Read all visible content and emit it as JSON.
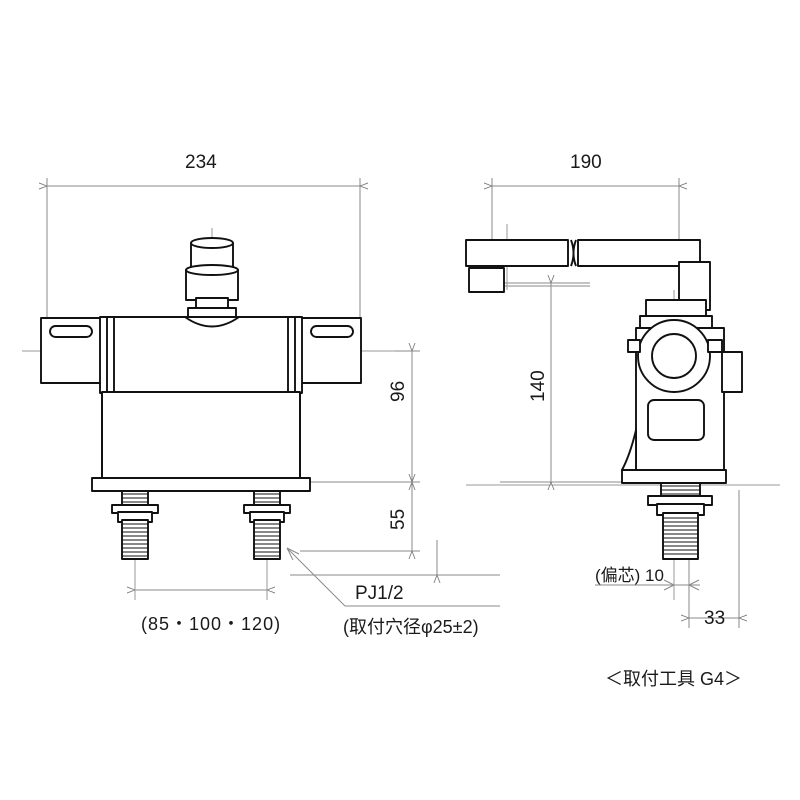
{
  "drawing": {
    "type": "technical-dimension-drawing",
    "subject": "thermostatic deck-mount bath faucet",
    "units": "mm",
    "background_color": "#ffffff",
    "outline_color": "#000000",
    "dimension_line_color": "#808080",
    "views": [
      {
        "id": "front-view",
        "name": "front elevation",
        "position": "left"
      },
      {
        "id": "side-view",
        "name": "side elevation",
        "position": "right"
      }
    ]
  },
  "dimensions": {
    "overall_width": "234",
    "body_height_above_deck": "96",
    "stud_length_below_deck": "55",
    "hole_spacing": "(85・100・120)",
    "spout_reach": "190",
    "spout_height": "140",
    "offset_label": "(偏芯) 10",
    "back_to_center": "33"
  },
  "annotations": {
    "thread_spec": "PJ1/2",
    "hole_diameter_note": "(取付穴径φ25±2)",
    "tool_note": "＜取付工具 G4＞"
  },
  "chart_data": {
    "type": "table",
    "title": "Faucet dimension callouts",
    "categories": [
      "234",
      "96",
      "55",
      "(85・100・120)",
      "190",
      "140",
      "(偏芯) 10",
      "33"
    ],
    "values": [
      234,
      96,
      55,
      0,
      190,
      140,
      10,
      33
    ]
  }
}
